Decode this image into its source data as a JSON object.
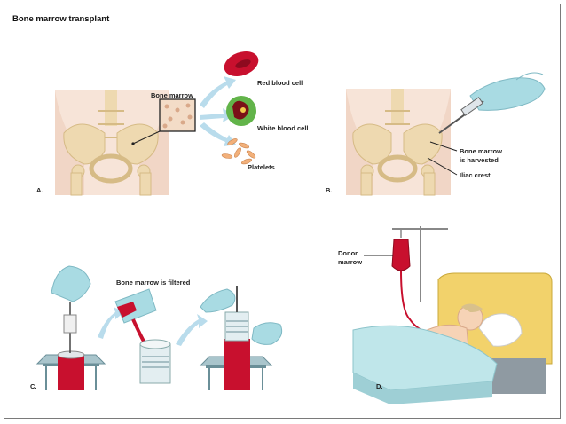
{
  "figure": {
    "title": "Bone marrow transplant",
    "panels": {
      "a": {
        "letter": "A.",
        "bone_marrow_label": "Bone marrow",
        "red_cell_label": "Red blood cell",
        "white_cell_label": "White blood cell",
        "platelets_label": "Platelets"
      },
      "b": {
        "letter": "B.",
        "harvested_line1": "Bone marrow",
        "harvested_line2": "is harvested",
        "iliac_label": "Iliac crest"
      },
      "c": {
        "letter": "C.",
        "filtered_label": "Bone marrow is filtered"
      },
      "d": {
        "letter": "D.",
        "donor_line1": "Donor",
        "donor_line2": "marrow"
      }
    },
    "colors": {
      "skin": "#f7e4d8",
      "bone": "#eed9b0",
      "blood": "#c8102e",
      "glove": "#a9dbe3",
      "arrow": "#b9dcec",
      "platelet": "#f2b07a",
      "headboard": "#f2d26b",
      "sheet": "#bfe6ea"
    }
  }
}
